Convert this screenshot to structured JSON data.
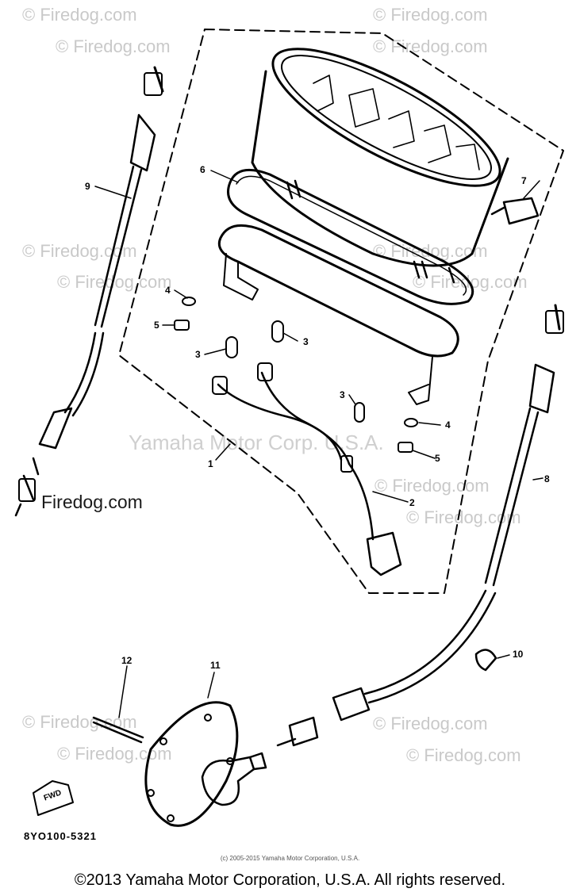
{
  "watermark": {
    "brand": "© Firedog.com",
    "brand_plain": "Firedog.com",
    "center": "Yamaha Motor Corp. U.S.A."
  },
  "callouts": [
    "1",
    "2",
    "3",
    "3",
    "3",
    "4",
    "4",
    "5",
    "5",
    "6",
    "7",
    "8",
    "9",
    "10",
    "11",
    "12"
  ],
  "fwd_label": "FWD",
  "part_code": "8YO100-5321",
  "small_copyright": "(c) 2005-2015 Yamaha Motor Corporation, U.S.A.",
  "copyright": "©2013 Yamaha Motor Corporation, U.S.A. All rights reserved."
}
